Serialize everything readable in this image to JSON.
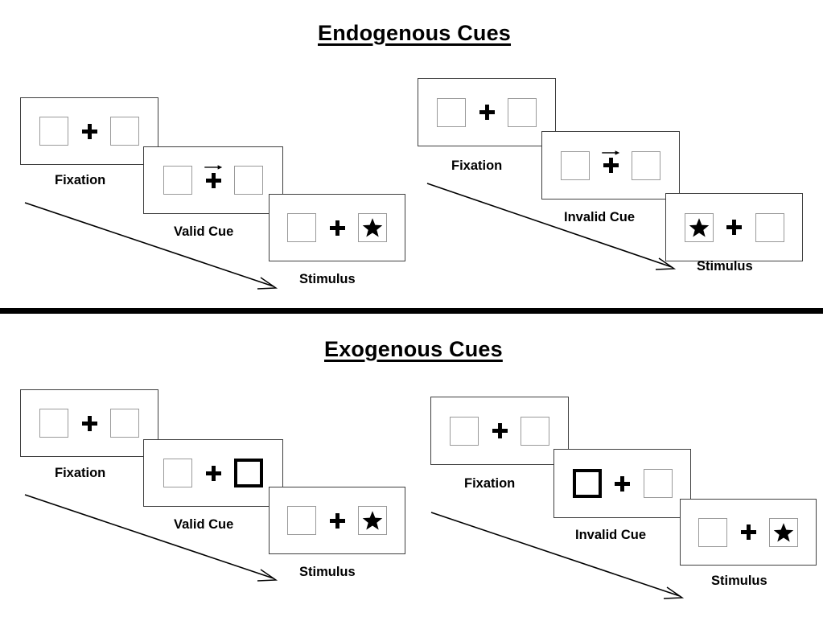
{
  "figure": {
    "title_endogenous": "Endogenous Cues",
    "title_exogenous": "Exogenous Cues",
    "colors": {
      "background": "#ffffff",
      "foreground": "#000000",
      "frame_border": "#3f3f3f",
      "box_border": "#9a9a9a",
      "cued_box_border": "#000000",
      "divider": "#000000"
    }
  },
  "sections": [
    {
      "id": "endogenous",
      "title": "Endogenous Cues",
      "sequences": [
        {
          "id": "endogenous-valid",
          "cue_type": "arrow",
          "panels": [
            {
              "label": "Fixation",
              "left_box": {
                "content": "empty",
                "cued": false
              },
              "right_box": {
                "content": "empty",
                "cued": false
              },
              "center": {
                "fixation": "plus",
                "cue_arrow": false
              }
            },
            {
              "label": "Valid Cue",
              "left_box": {
                "content": "empty",
                "cued": false
              },
              "right_box": {
                "content": "empty",
                "cued": false
              },
              "center": {
                "fixation": "plus",
                "cue_arrow": true,
                "cue_direction": "right"
              }
            },
            {
              "label": "Stimulus",
              "left_box": {
                "content": "empty",
                "cued": false
              },
              "right_box": {
                "content": "star",
                "cued": false
              },
              "center": {
                "fixation": "plus",
                "cue_arrow": false
              }
            }
          ],
          "time_arrow_label": "time-progression-arrow"
        },
        {
          "id": "endogenous-invalid",
          "cue_type": "arrow",
          "panels": [
            {
              "label": "Fixation",
              "left_box": {
                "content": "empty",
                "cued": false
              },
              "right_box": {
                "content": "empty",
                "cued": false
              },
              "center": {
                "fixation": "plus",
                "cue_arrow": false
              }
            },
            {
              "label": "Invalid Cue",
              "left_box": {
                "content": "empty",
                "cued": false
              },
              "right_box": {
                "content": "empty",
                "cued": false
              },
              "center": {
                "fixation": "plus",
                "cue_arrow": true,
                "cue_direction": "right"
              }
            },
            {
              "label": "Stimulus",
              "left_box": {
                "content": "star",
                "cued": false
              },
              "right_box": {
                "content": "empty",
                "cued": false
              },
              "center": {
                "fixation": "plus",
                "cue_arrow": false
              }
            }
          ],
          "time_arrow_label": "time-progression-arrow"
        }
      ]
    },
    {
      "id": "exogenous",
      "title": "Exogenous Cues",
      "sequences": [
        {
          "id": "exogenous-valid",
          "cue_type": "box-highlight",
          "panels": [
            {
              "label": "Fixation",
              "left_box": {
                "content": "empty",
                "cued": false
              },
              "right_box": {
                "content": "empty",
                "cued": false
              },
              "center": {
                "fixation": "plus",
                "cue_arrow": false
              }
            },
            {
              "label": "Valid Cue",
              "left_box": {
                "content": "empty",
                "cued": false
              },
              "right_box": {
                "content": "empty",
                "cued": true
              },
              "center": {
                "fixation": "plus",
                "cue_arrow": false
              }
            },
            {
              "label": "Stimulus",
              "left_box": {
                "content": "empty",
                "cued": false
              },
              "right_box": {
                "content": "star",
                "cued": false
              },
              "center": {
                "fixation": "plus",
                "cue_arrow": false
              }
            }
          ],
          "time_arrow_label": "time-progression-arrow"
        },
        {
          "id": "exogenous-invalid",
          "cue_type": "box-highlight",
          "panels": [
            {
              "label": "Fixation",
              "left_box": {
                "content": "empty",
                "cued": false
              },
              "right_box": {
                "content": "empty",
                "cued": false
              },
              "center": {
                "fixation": "plus",
                "cue_arrow": false
              }
            },
            {
              "label": "Invalid Cue",
              "left_box": {
                "content": "empty",
                "cued": true
              },
              "right_box": {
                "content": "empty",
                "cued": false
              },
              "center": {
                "fixation": "plus",
                "cue_arrow": false
              }
            },
            {
              "label": "Stimulus",
              "left_box": {
                "content": "empty",
                "cued": false
              },
              "right_box": {
                "content": "star",
                "cued": false
              },
              "center": {
                "fixation": "plus",
                "cue_arrow": false
              }
            }
          ],
          "time_arrow_label": "time-progression-arrow"
        }
      ]
    }
  ]
}
